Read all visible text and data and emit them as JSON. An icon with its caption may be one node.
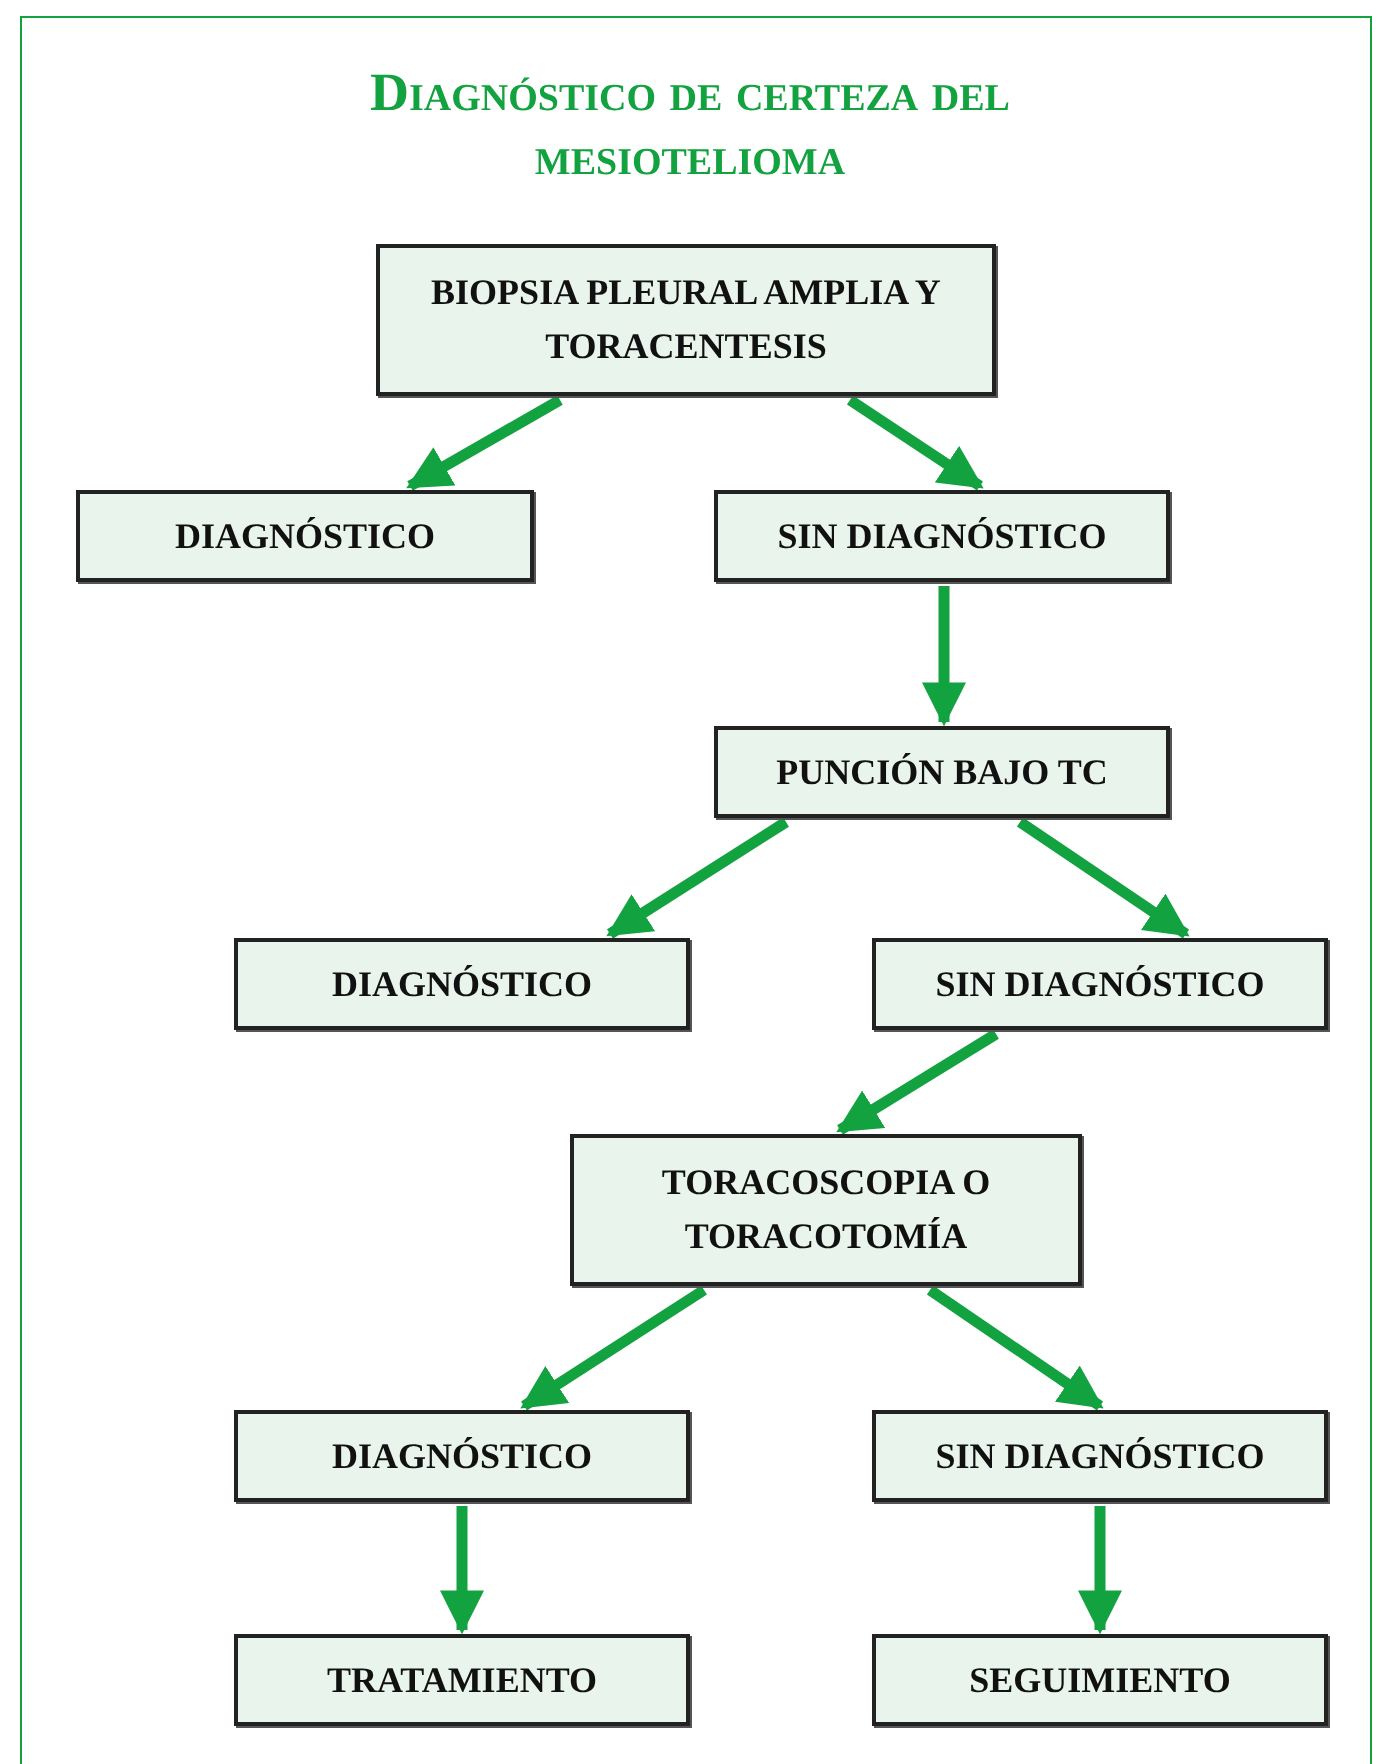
{
  "diagram": {
    "title": "Diagnóstico de certeza del mesiotelioma",
    "nodes": [
      {
        "text": [
          "BIOPSIA PLEURAL AMPLIA Y TORACENTESIS"
        ]
      },
      {
        "text": [
          "DIAGNÓSTICO"
        ]
      },
      {
        "text": [
          "SIN DIAGNÓSTICO"
        ]
      },
      {
        "text": [
          "PUNCIÓN BAJO TC"
        ]
      },
      {
        "text": [
          "DIAGNÓSTICO"
        ]
      },
      {
        "text": [
          "SIN DIAGNÓSTICO"
        ]
      },
      {
        "text": [
          "TORACOSCOPIA O TORACOTOMÍA"
        ]
      },
      {
        "text": [
          "DIAGNÓSTICO"
        ]
      },
      {
        "text": [
          "SIN DIAGNÓSTICO"
        ]
      },
      {
        "text": [
          "TRATAMIENTO"
        ]
      },
      {
        "text": [
          "SEGUIMIENTO"
        ]
      }
    ],
    "edges": [
      {
        "from": 0,
        "to": 1,
        "arrow": "to"
      },
      {
        "from": 0,
        "to": 2,
        "arrow": "to"
      },
      {
        "from": 2,
        "to": 3,
        "arrow": "to"
      },
      {
        "from": 3,
        "to": 4,
        "arrow": "to"
      },
      {
        "from": 3,
        "to": 5,
        "arrow": "to"
      },
      {
        "from": 5,
        "to": 6,
        "arrow": "to"
      },
      {
        "from": 6,
        "to": 7,
        "arrow": "to"
      },
      {
        "from": 6,
        "to": 8,
        "arrow": "to"
      },
      {
        "from": 7,
        "to": 9,
        "arrow": "to"
      },
      {
        "from": 8,
        "to": 10,
        "arrow": "to"
      }
    ]
  }
}
